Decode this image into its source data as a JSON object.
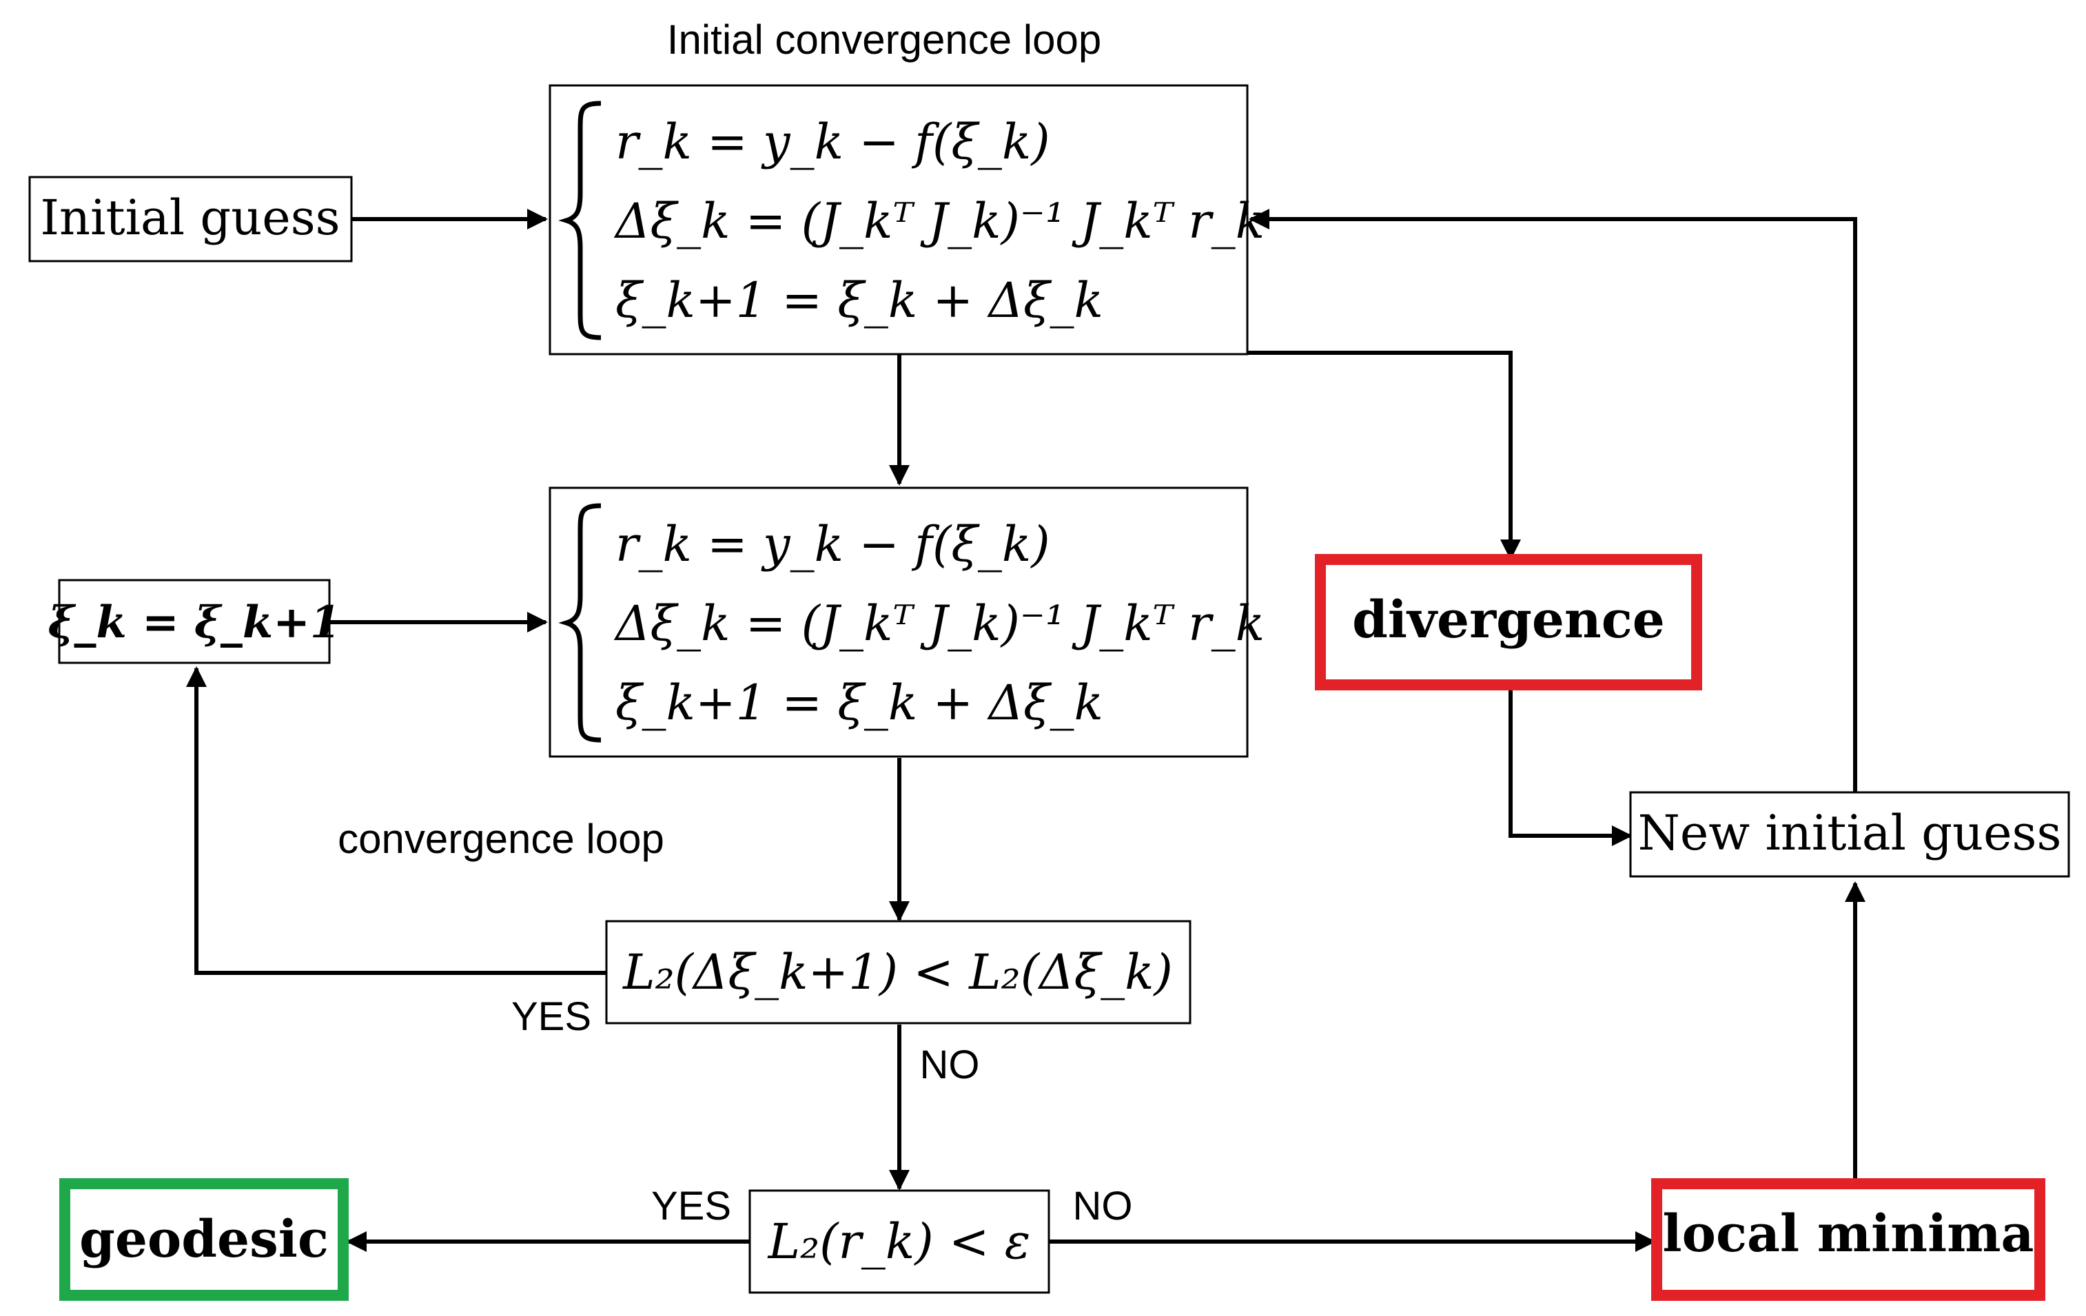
{
  "titles": {
    "initial_loop": "Initial convergence loop",
    "convergence_loop": "convergence loop"
  },
  "nodes": {
    "initial_guess": "Initial guess",
    "new_initial_guess": "New initial guess",
    "divergence": "divergence",
    "geodesic": "geodesic",
    "local_minima": "local minima",
    "update_step": "ξ_k = ξ_k+1",
    "test_step": "L₂(Δξ_k+1) < L₂(Δξ_k)",
    "test_residual": "L₂(r_k) < ε"
  },
  "equations": {
    "line1": "r_k = y_k − f(ξ_k)",
    "line2": "Δξ_k = (J_kᵀ J_k)⁻¹ J_kᵀ r_k",
    "line3": "ξ_k+1 = ξ_k + Δξ_k"
  },
  "edge_labels": {
    "yes_step": "YES",
    "no_step": "NO",
    "yes_residual": "YES",
    "no_residual": "NO"
  },
  "colors": {
    "failure": "#e32228",
    "success": "#1fa84a",
    "line": "#000000"
  }
}
